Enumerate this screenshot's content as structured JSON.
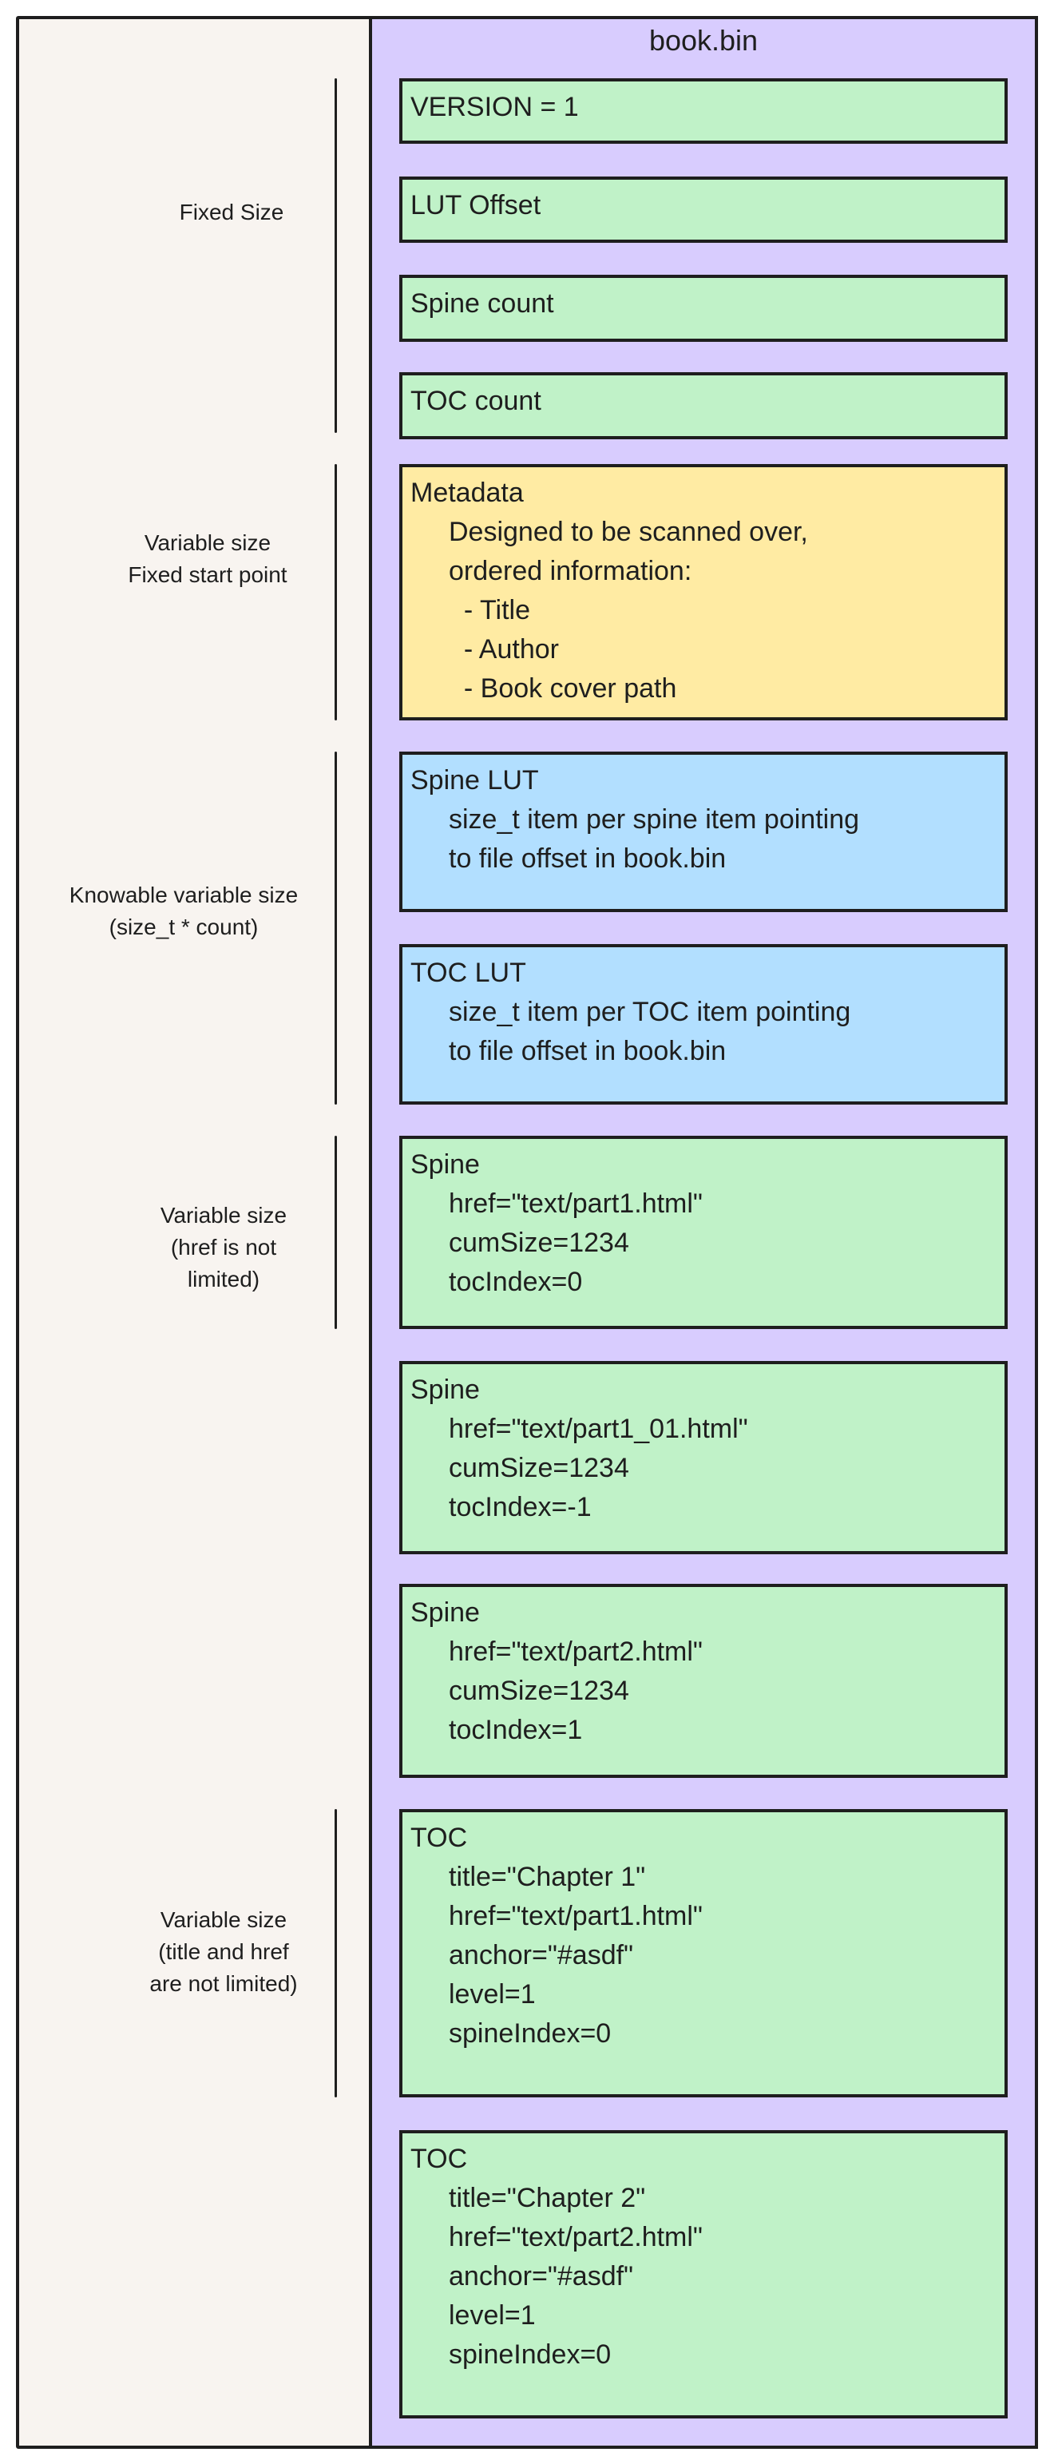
{
  "title": "book.bin",
  "colors": {
    "fixed_block": "#c0f2c8",
    "metadata_block": "#ffeba3",
    "lut_block": "#b2dfff",
    "file_panel": "#d8ccfe",
    "annotation_panel": "#f8f4f0"
  },
  "blocks": [
    {
      "title": "VERSION = 1",
      "lines": [],
      "color": "green"
    },
    {
      "title": "LUT Offset",
      "lines": [],
      "color": "green"
    },
    {
      "title": "Spine count",
      "lines": [],
      "color": "green"
    },
    {
      "title": "TOC count",
      "lines": [],
      "color": "green"
    },
    {
      "title": "Metadata",
      "lines": [
        "Designed to be scanned over,",
        "ordered information:",
        "  - Title",
        "  - Author",
        "  - Book cover path"
      ],
      "color": "yellow"
    },
    {
      "title": "Spine LUT",
      "lines": [
        "size_t item per spine item pointing",
        "to file offset in book.bin"
      ],
      "color": "blue"
    },
    {
      "title": "TOC LUT",
      "lines": [
        "size_t item per TOC item pointing",
        "to file offset in book.bin"
      ],
      "color": "blue"
    },
    {
      "title": "Spine",
      "lines": [
        "href=\"text/part1.html\"",
        "cumSize=1234",
        "tocIndex=0"
      ],
      "color": "green"
    },
    {
      "title": "Spine",
      "lines": [
        "href=\"text/part1_01.html\"",
        "cumSize=1234",
        "tocIndex=-1"
      ],
      "color": "green"
    },
    {
      "title": "Spine",
      "lines": [
        "href=\"text/part2.html\"",
        "cumSize=1234",
        "tocIndex=1"
      ],
      "color": "green"
    },
    {
      "title": "TOC",
      "lines": [
        "title=\"Chapter 1\"",
        "href=\"text/part1.html\"",
        "anchor=\"#asdf\"",
        "level=1",
        "spineIndex=0"
      ],
      "color": "green"
    },
    {
      "title": "TOC",
      "lines": [
        "title=\"Chapter 2\"",
        "href=\"text/part2.html\"",
        "anchor=\"#asdf\"",
        "level=1",
        "spineIndex=0"
      ],
      "color": "green"
    }
  ],
  "annotations": [
    {
      "lines": [
        "Fixed Size"
      ]
    },
    {
      "lines": [
        "Variable size",
        "Fixed start point"
      ]
    },
    {
      "lines": [
        "Knowable variable size",
        "(size_t * count)"
      ]
    },
    {
      "lines": [
        "Variable size",
        "(href is not",
        "limited)"
      ]
    },
    {
      "lines": [
        "Variable size",
        "(title and href",
        "are not limited)"
      ]
    }
  ]
}
